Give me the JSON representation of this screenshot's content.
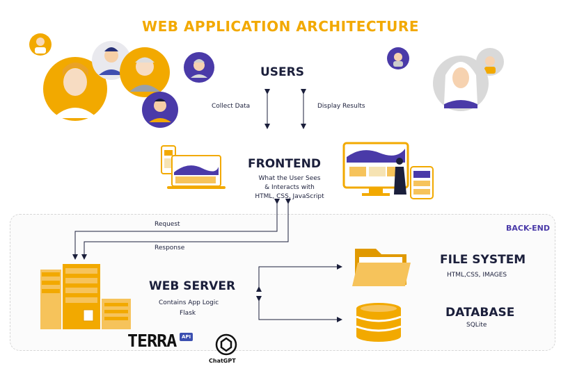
{
  "title": "WEB APPLICATION ARCHITECTURE",
  "nodes": {
    "users": {
      "label": "USERS"
    },
    "frontend": {
      "label": "FRONTEND",
      "desc_line1": "What the User Sees",
      "desc_line2": "& Interacts with",
      "desc_line3": "HTML, CSS, JavaScript"
    },
    "backend": {
      "label": "BACK-END"
    },
    "web_server": {
      "label": "WEB SERVER",
      "desc_line1": "Contains App Logic",
      "desc_line2": "Flask"
    },
    "file_system": {
      "label": "FILE SYSTEM",
      "desc": "HTML,CSS, IMAGES"
    },
    "database": {
      "label": "DATABASE",
      "desc": "SQLite"
    }
  },
  "edges": {
    "collect_data": "Collect Data",
    "display_results": "Display Results",
    "request": "Request",
    "response": "Response"
  },
  "logos": {
    "terra": "TERRA",
    "terra_badge": "API",
    "chatgpt": "ChatGPT"
  },
  "colors": {
    "accent": "#f2a900",
    "navy": "#1b1f3b",
    "purple": "#4a3aa8",
    "orange_light": "#f6c35b",
    "grey": "#d9d9d9"
  }
}
